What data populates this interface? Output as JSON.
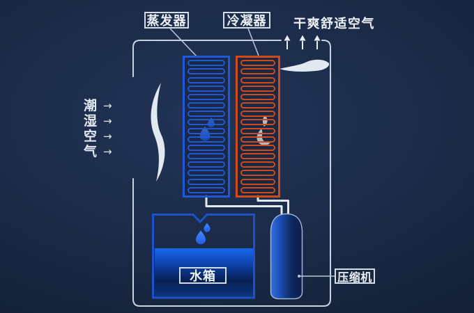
{
  "diagram": {
    "labels": {
      "evaporator": "蒸发器",
      "condenser": "冷凝器",
      "dry_air": "干爽舒适空气",
      "water_tank": "水箱",
      "compressor": "压缩机"
    },
    "humid_air": {
      "chars": [
        "潮",
        "湿",
        "空",
        "气"
      ],
      "arrow": "→"
    },
    "colors": {
      "background": "#1b2b48",
      "evaporator_blue": "#2058d8",
      "condenser_orange": "#d24a1a",
      "tank_border_blue": "#1e52cc",
      "water_blue": "#1668ee",
      "droplet_blue": "#2f6ff0",
      "outline_gray": "#c9d4e0",
      "pipe_white": "#e2e8f0"
    }
  }
}
